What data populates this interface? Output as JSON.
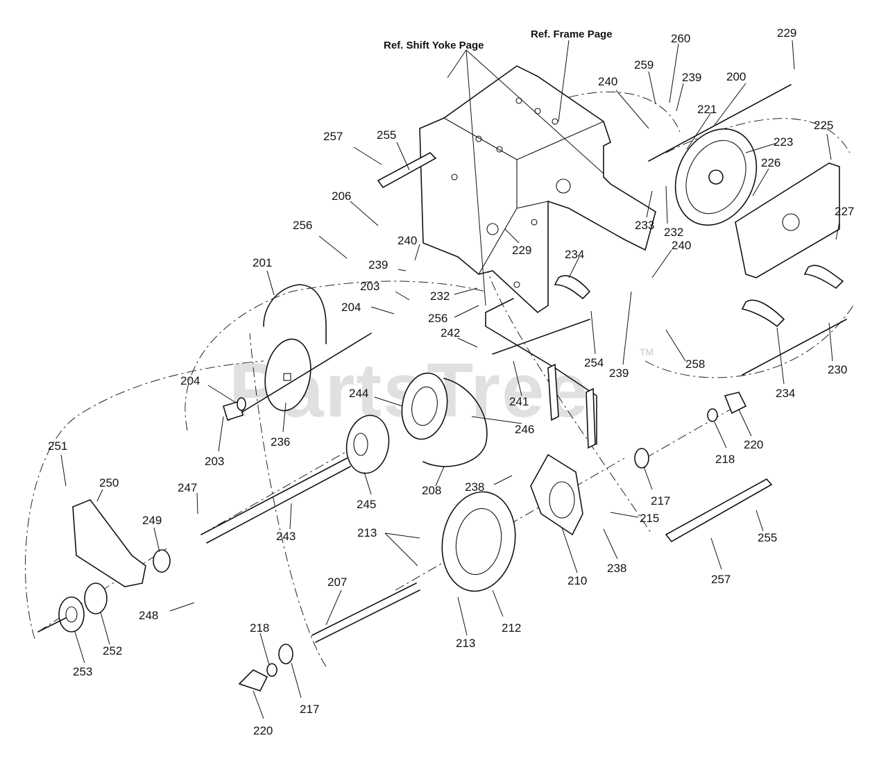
{
  "watermark": {
    "text": "PartsTree",
    "tm": "TM"
  },
  "references": {
    "shift_yoke": "Ref. Shift Yoke Page",
    "frame": "Ref. Frame Page"
  },
  "callouts": [
    "200",
    "201",
    "203",
    "203",
    "204",
    "204",
    "206",
    "207",
    "208",
    "210",
    "212",
    "213",
    "213",
    "215",
    "217",
    "217",
    "218",
    "218",
    "220",
    "220",
    "221",
    "223",
    "225",
    "226",
    "227",
    "229",
    "229",
    "230",
    "232",
    "232",
    "233",
    "234",
    "234",
    "236",
    "238",
    "238",
    "239",
    "239",
    "239",
    "240",
    "240",
    "240",
    "241",
    "242",
    "243",
    "244",
    "245",
    "246",
    "247",
    "248",
    "249",
    "250",
    "251",
    "252",
    "253",
    "254",
    "255",
    "255",
    "256",
    "256",
    "257",
    "257",
    "258",
    "259",
    "260"
  ]
}
